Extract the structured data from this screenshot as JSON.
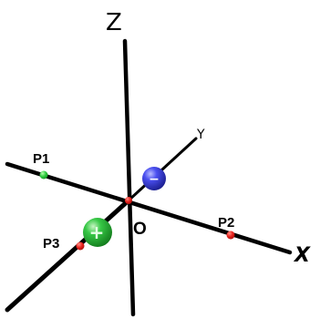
{
  "axes": {
    "x_label": "X",
    "y_label": "Y",
    "z_label": "Z",
    "origin_label": "O"
  },
  "points": {
    "p1": {
      "label": "P1",
      "color": "#2ecc40"
    },
    "p2": {
      "label": "P2",
      "color": "#e8231e"
    },
    "p3": {
      "label": "P3",
      "color": "#e8231e"
    },
    "origin": {
      "color": "#e8231e"
    }
  },
  "charges": {
    "negative": {
      "sign": "−",
      "color": "#2f35d6"
    },
    "positive": {
      "sign": "+",
      "color": "#27b236"
    }
  }
}
